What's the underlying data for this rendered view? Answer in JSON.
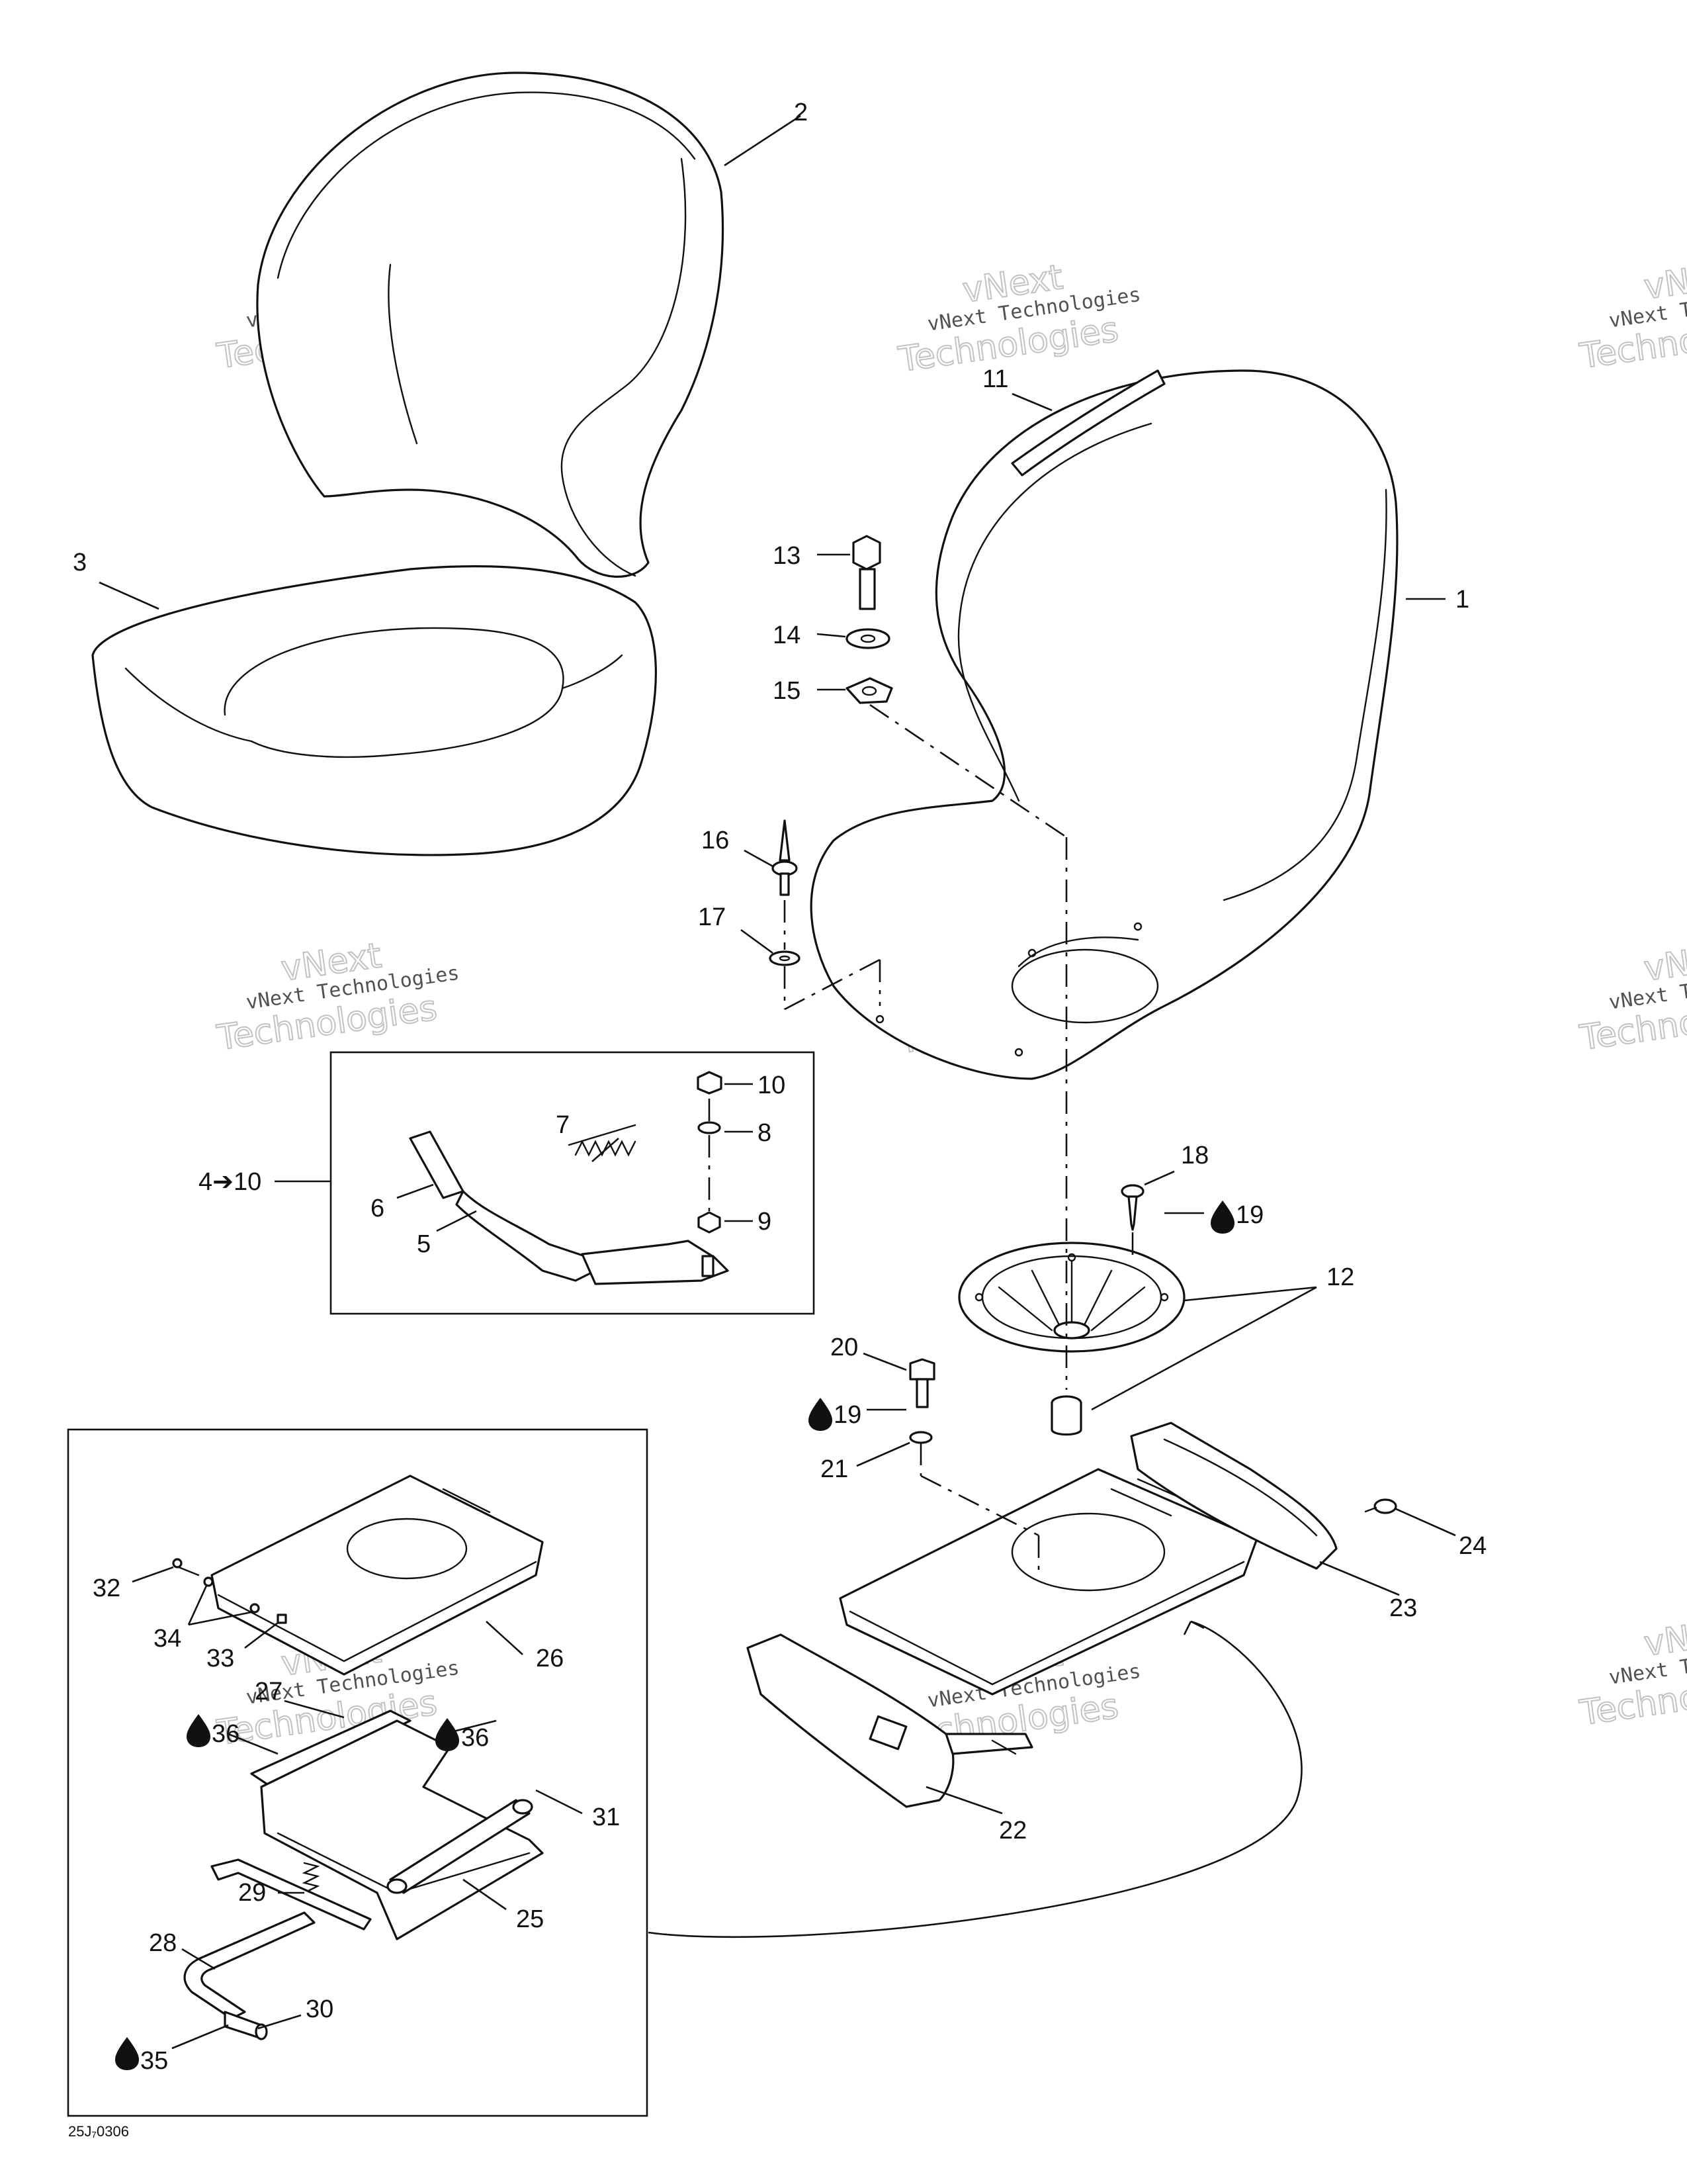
{
  "watermark": {
    "line1": "vNext",
    "line2": "vNext Technologies",
    "line3": "Technologies"
  },
  "drawing_code": "25J₇0306",
  "callouts": {
    "c1": "1",
    "c2": "2",
    "c3": "3",
    "c5": "5",
    "c6": "6",
    "c7": "7",
    "c8": "8",
    "c9": "9",
    "c10": "10",
    "c4to10": "4➔10",
    "c11": "11",
    "c12": "12",
    "c13": "13",
    "c14": "14",
    "c15": "15",
    "c16": "16",
    "c17": "17",
    "c18": "18",
    "c19a": "19",
    "c19b": "19",
    "c20": "20",
    "c21": "21",
    "c22": "22",
    "c23": "23",
    "c24": "24",
    "c25": "25",
    "c26": "26",
    "c27": "27",
    "c28": "28",
    "c29": "29",
    "c30": "30",
    "c31": "31",
    "c32": "32",
    "c33": "33",
    "c34": "34",
    "c35": "35",
    "c36a": "36",
    "c36b": "36"
  },
  "icons": {
    "lubricant": "oil-drop-icon"
  }
}
